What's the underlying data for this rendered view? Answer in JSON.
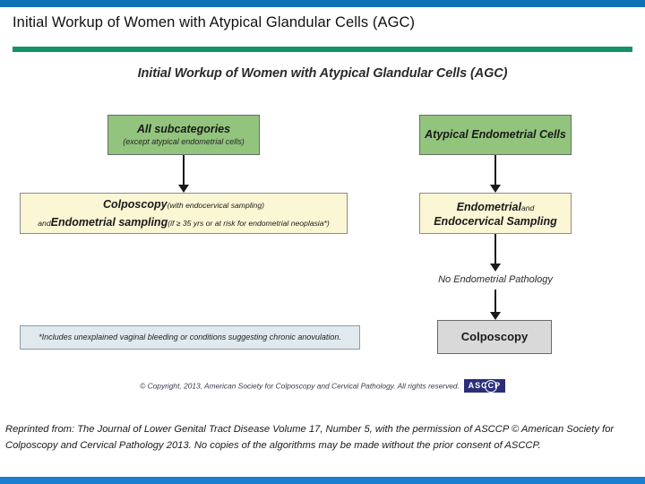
{
  "slide": {
    "title": "Initial Workup of Women with Atypical Glandular Cells (AGC)",
    "accent_blue": "#1071b5",
    "accent_green": "#159169",
    "bottom_blue": "#1b7fd0"
  },
  "diagram": {
    "title": "Initial Workup of Women with Atypical Glandular Cells (AGC)",
    "colors": {
      "green_box": "#92c47d",
      "yellow_box": "#fbf6d4",
      "gray_box": "#d9d9d9",
      "blue_box": "#dfe9ee"
    },
    "left_branch": {
      "node1_main": "All subcategories",
      "node1_sub": "(except atypical endometrial cells)",
      "node2_line1_bold": "Colposcopy",
      "node2_line1_small": "(with endocervical sampling)",
      "node2_line2_lead": "and",
      "node2_line2_bold": "Endometrial sampling",
      "node2_line2_small": "(if ≥ 35 yrs or at risk for endometrial neoplasia*)"
    },
    "right_branch": {
      "node1_main": "Atypical Endometrial Cells",
      "node2_line1_bold": "Endometrial",
      "node2_line1_small": "and",
      "node2_line2_bold": "Endocervical Sampling",
      "edge_label": "No Endometrial Pathology",
      "node3_main": "Colposcopy"
    },
    "footnote": "*Includes unexplained vaginal bleeding or conditions suggesting chronic anovulation.",
    "copyright": "© Copyright, 2013, American Society for Colposcopy and Cervical Pathology. All rights reserved.",
    "logo_text": "ASCCP"
  },
  "caption": {
    "text": "Reprinted from: The Journal of Lower Genital Tract Disease Volume 17, Number 5, with the permission of ASCCP © American Society for Colposcopy and Cervical Pathology 2013. No copies of the algorithms may be made without the prior consent of ASCCP."
  }
}
